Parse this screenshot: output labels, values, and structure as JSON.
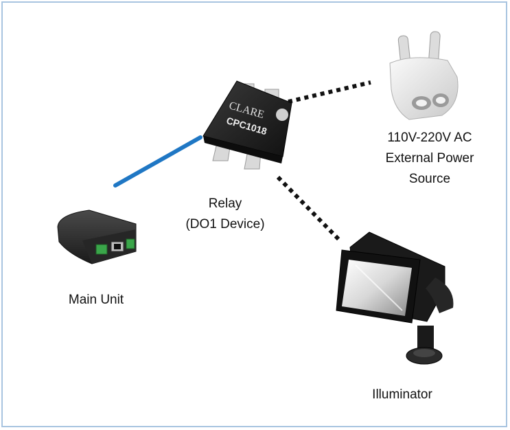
{
  "colors": {
    "frame": "#a8c4e0",
    "signal_line": "#1f77c4",
    "power_line": "#111111",
    "relay_body": "#1c1c1c",
    "relay_pins": "#d9d9d9",
    "plug": "#e6e6e6",
    "main_unit": "#2b2b2b",
    "terminal": "#3aa64a",
    "illuminator": "#1a1a1a"
  },
  "icons": {
    "relay": "relay-chip-icon",
    "plug": "power-plug-icon",
    "main_unit": "main-unit-device-icon",
    "illuminator": "illuminator-lamp-icon"
  },
  "relay": {
    "brand": "CLARE",
    "part_number": "CPC1018",
    "label_line1": "Relay",
    "label_line2": "(DO1 Device)"
  },
  "power_source": {
    "label_line1": "110V-220V AC",
    "label_line2": "External Power",
    "label_line3": "Source"
  },
  "main_unit": {
    "label": "Main Unit"
  },
  "illuminator": {
    "label": "Illuminator"
  }
}
